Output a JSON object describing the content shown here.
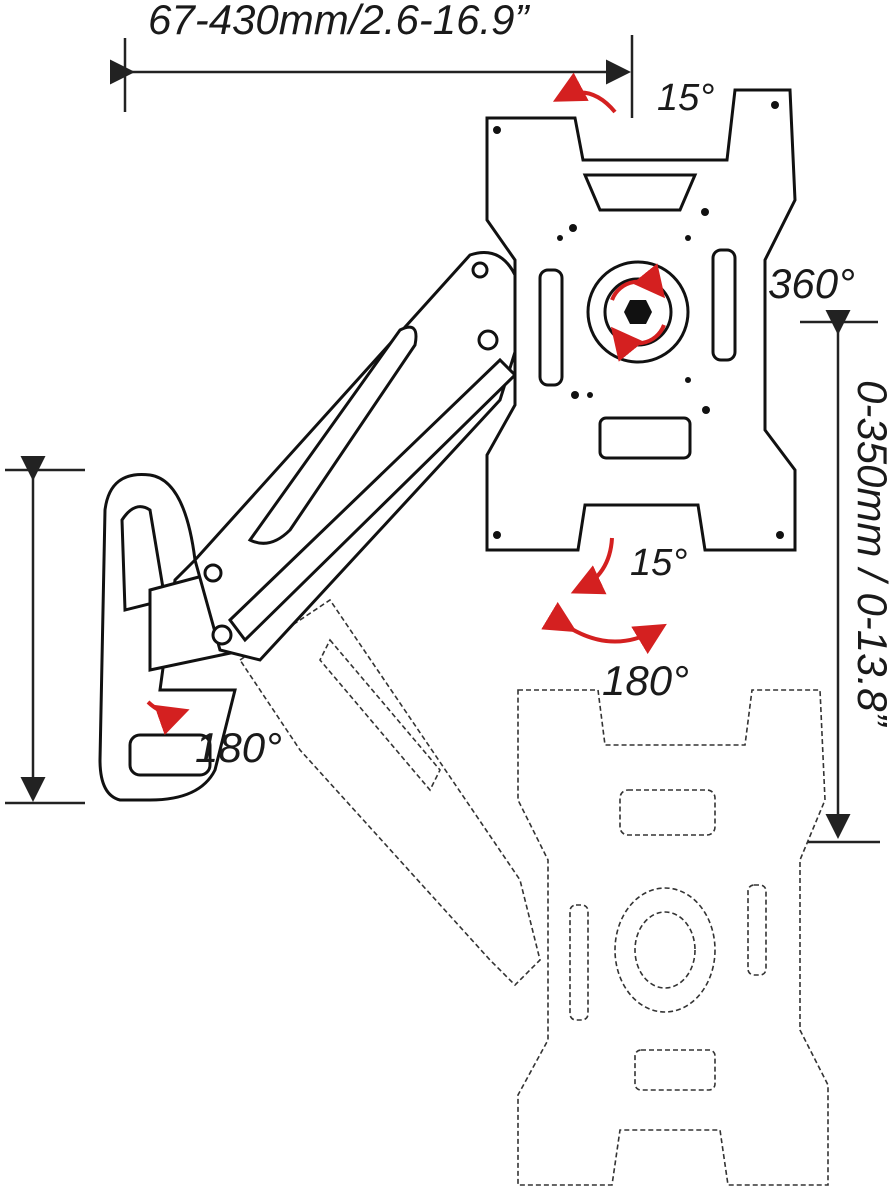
{
  "dimensions": {
    "horizontal_reach": "67-430mm/2.6-16.9”",
    "vertical_range": "0-350mm / 0-13.8”"
  },
  "rotations": {
    "tilt_up": "15°",
    "rotation": "360°",
    "tilt_down": "15°",
    "swivel_plate": "180°",
    "swivel_wall": "180°"
  },
  "colors": {
    "arrow_accent": "#d42020",
    "line": "#111111"
  }
}
